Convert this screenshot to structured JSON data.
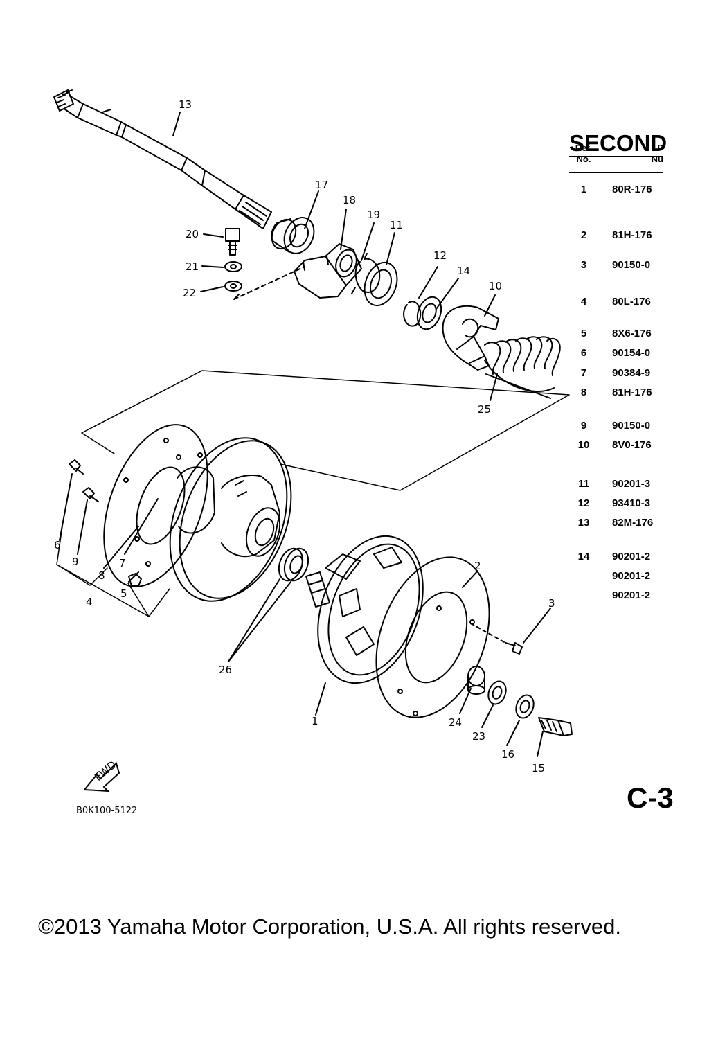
{
  "section_title": "SECOND",
  "table": {
    "ref_header_line1": "Ref.",
    "ref_header_line2": "No.",
    "part_header_line1": "P",
    "part_header_line2": "Nu",
    "rows": [
      {
        "ref": "1",
        "part": "80R-176"
      },
      {
        "ref": "2",
        "part": "81H-176"
      },
      {
        "ref": "3",
        "part": "90150-0"
      },
      {
        "ref": "4",
        "part": "80L-176"
      },
      {
        "ref": "5",
        "part": "8X6-176"
      },
      {
        "ref": "6",
        "part": "90154-0"
      },
      {
        "ref": "7",
        "part": "90384-9"
      },
      {
        "ref": "8",
        "part": "81H-176"
      },
      {
        "ref": "9",
        "part": "90150-0"
      },
      {
        "ref": "10",
        "part": "8V0-176"
      },
      {
        "ref": "11",
        "part": "90201-3"
      },
      {
        "ref": "12",
        "part": "93410-3"
      },
      {
        "ref": "13",
        "part": "82M-176"
      },
      {
        "ref": "14",
        "part": "90201-2"
      },
      {
        "ref": "",
        "part": "90201-2"
      },
      {
        "ref": "",
        "part": "90201-2"
      }
    ]
  },
  "callouts": [
    "13",
    "17",
    "18",
    "19",
    "11",
    "20",
    "21",
    "22",
    "12",
    "14",
    "10",
    "25",
    "6",
    "9",
    "7",
    "8",
    "5",
    "4",
    "26",
    "2",
    "3",
    "1",
    "24",
    "23",
    "16",
    "15"
  ],
  "fwd_label": "FWD",
  "drawing_code": "B0K100-5122",
  "page_code": "C-3",
  "copyright": "©2013 Yamaha Motor Corporation, U.S.A. All rights reserved."
}
